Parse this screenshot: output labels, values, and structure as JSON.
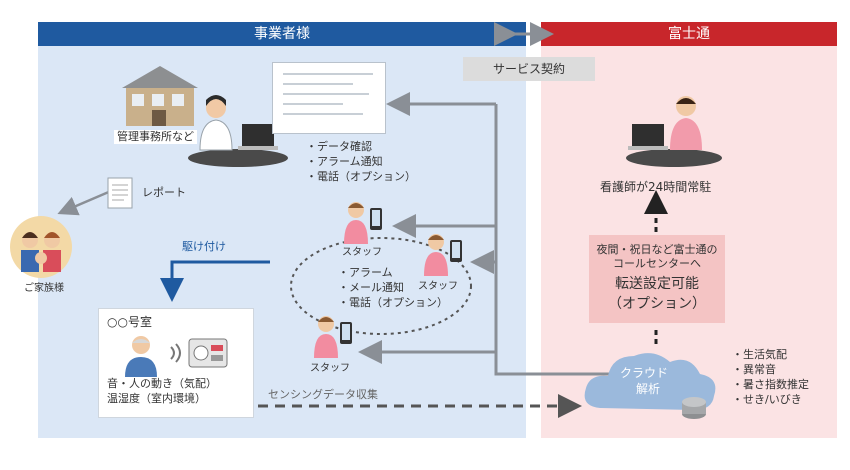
{
  "headers": {
    "left": "事業者様",
    "right": "富士通"
  },
  "service_contract": "サービス契約",
  "office_label": "管理事務所など",
  "report_label": "レポート",
  "family_label": "ご家族様",
  "rush_label": "駆け付け",
  "monitor_features": [
    "・データ確認",
    "・アラーム通知",
    "・電話（オプション）"
  ],
  "staff_label": "スタッフ",
  "alarm_features": [
    "・アラーム",
    "・メール通知",
    "・電話（オプション）"
  ],
  "room": {
    "title": "○○号室",
    "line1": "音・人の動き（気配）",
    "line2": "温湿度（室内環境）"
  },
  "sensing_label": "センシングデータ収集",
  "nurse_label": "看護師が24時間常駐",
  "call_center": {
    "line1": "夜間・祝日など富士通の",
    "line2": "コールセンターへ",
    "big1": "転送設定可能",
    "big2": "（オプション）"
  },
  "cloud": {
    "line1": "クラウド",
    "line2": "解析"
  },
  "analysis_items": [
    "・生活気配",
    "・異常音",
    "・暑さ指数推定",
    "・せき/いびき"
  ],
  "colors": {
    "left_header": "#1f5aa0",
    "right_header": "#c8262b",
    "left_bg": "#dbe7f6",
    "right_bg": "#fbe3e4"
  }
}
